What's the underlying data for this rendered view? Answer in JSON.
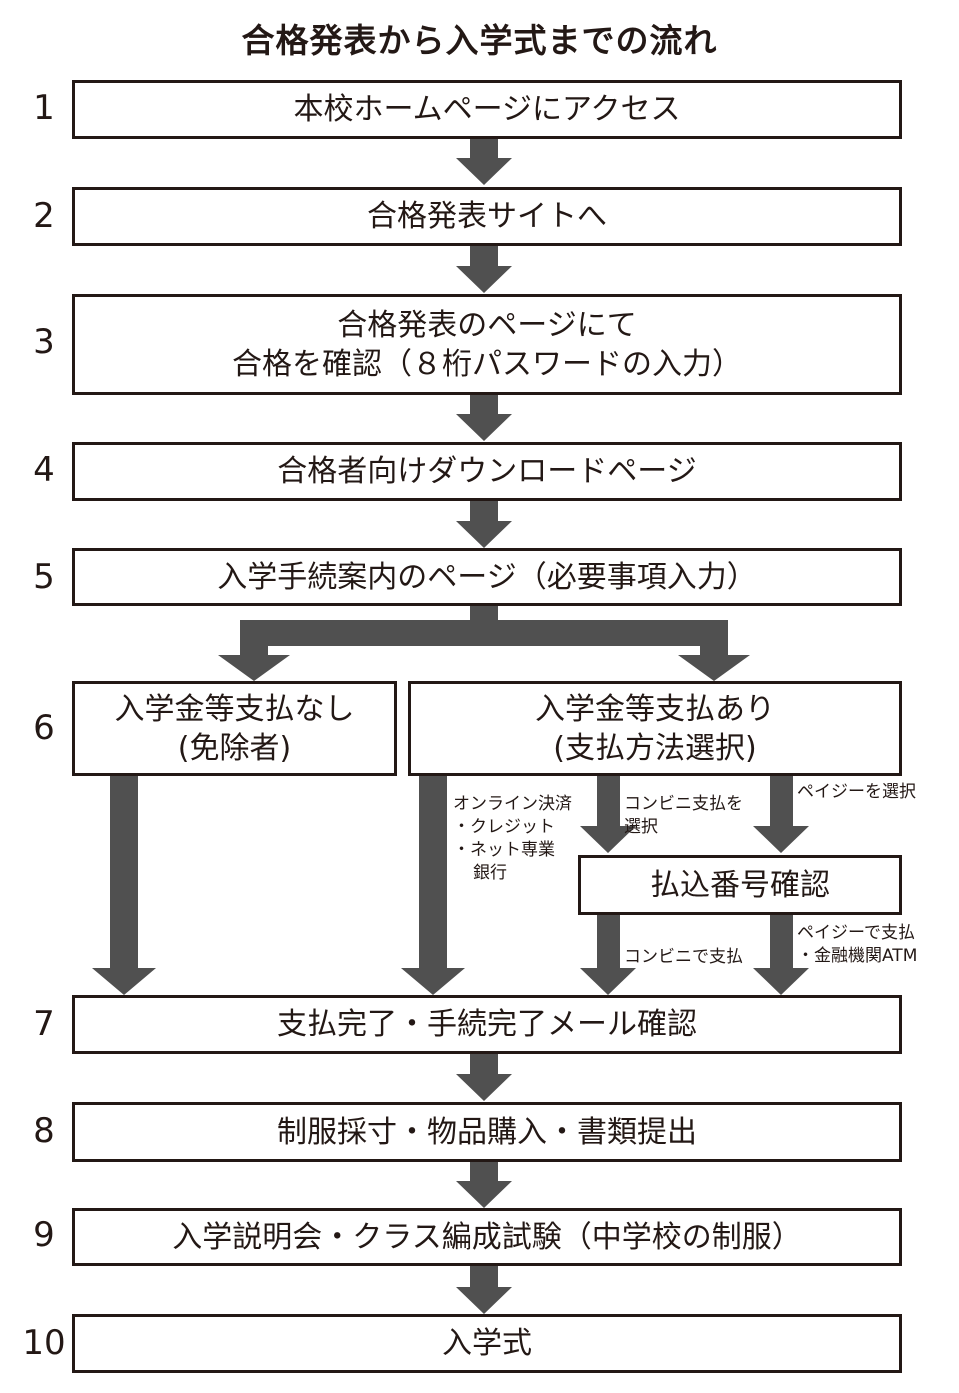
{
  "title": "合格発表から入学式までの流れ",
  "steps": [
    {
      "num": "1",
      "text": "本校ホームページにアクセス"
    },
    {
      "num": "2",
      "text": "合格発表サイトへ"
    },
    {
      "num": "3",
      "line1": "合格発表のページにて",
      "line2": "合格を確認（８桁パスワードの入力）"
    },
    {
      "num": "4",
      "text": "合格者向けダウンロードページ"
    },
    {
      "num": "5",
      "text": "入学手続案内のページ（必要事項入力）"
    },
    {
      "num": "6",
      "no_payment": {
        "line1": "入学金等支払なし",
        "line2": "(免除者)"
      },
      "payment": {
        "line1": "入学金等支払あり",
        "line2": "(支払方法選択)"
      }
    },
    {
      "num": "7",
      "text": "支払完了・手続完了メール確認"
    },
    {
      "num": "8",
      "text": "制服採寸・物品購入・書類提出"
    },
    {
      "num": "9",
      "text": "入学説明会・クラス編成試験（中学校の制服）"
    },
    {
      "num": "10",
      "text": "入学式"
    }
  ],
  "payment_code_box": "払込番号確認",
  "notes": {
    "online": [
      "オンライン決済",
      "・クレジット",
      "・ネット専業",
      "銀行"
    ],
    "convenience_select": [
      "コンビニ支払を",
      "選択"
    ],
    "payeasy_select": [
      "ペイジーを選択"
    ],
    "convenience_pay": [
      "コンビニで支払"
    ],
    "payeasy_pay": [
      "ペイジーで支払",
      "・金融機関ATM"
    ]
  },
  "colors": {
    "arrow": "#505050",
    "text": "#231815",
    "border": "#231815"
  }
}
